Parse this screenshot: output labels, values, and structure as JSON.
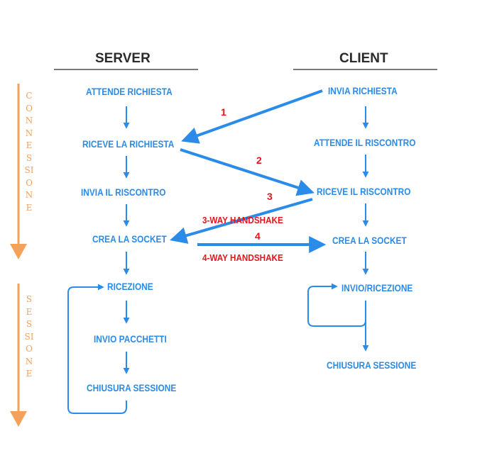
{
  "headers": {
    "server": "SERVER",
    "client": "CLIENT"
  },
  "phases": {
    "connection": "CONNESSIONE",
    "session": "SESSIONE"
  },
  "server_steps": [
    "ATTENDE RICHIESTA",
    "RICEVE LA RICHIESTA",
    "INVIA IL RISCONTRO",
    "CREA LA SOCKET",
    "RICEZIONE",
    "INVIO PACCHETTI",
    "CHIUSURA SESSIONE"
  ],
  "client_steps": [
    "INVIA RICHIESTA",
    "ATTENDE IL RISCONTRO",
    "RICEVE IL RISCONTRO",
    "CREA LA SOCKET",
    "INVIO/RICEZIONE",
    "CHIUSURA SESSIONE"
  ],
  "messages": [
    "1",
    "2",
    "3",
    "4"
  ],
  "handshakes": {
    "three_way": "3-WAY HANDSHAKE",
    "four_way": "4-WAY HANDSHAKE"
  },
  "colors": {
    "flow": "#2a8be8",
    "label": "#e8141a",
    "phase": "#f4a15a",
    "header": "#2b2b2b",
    "rule": "#7a7a7a"
  }
}
